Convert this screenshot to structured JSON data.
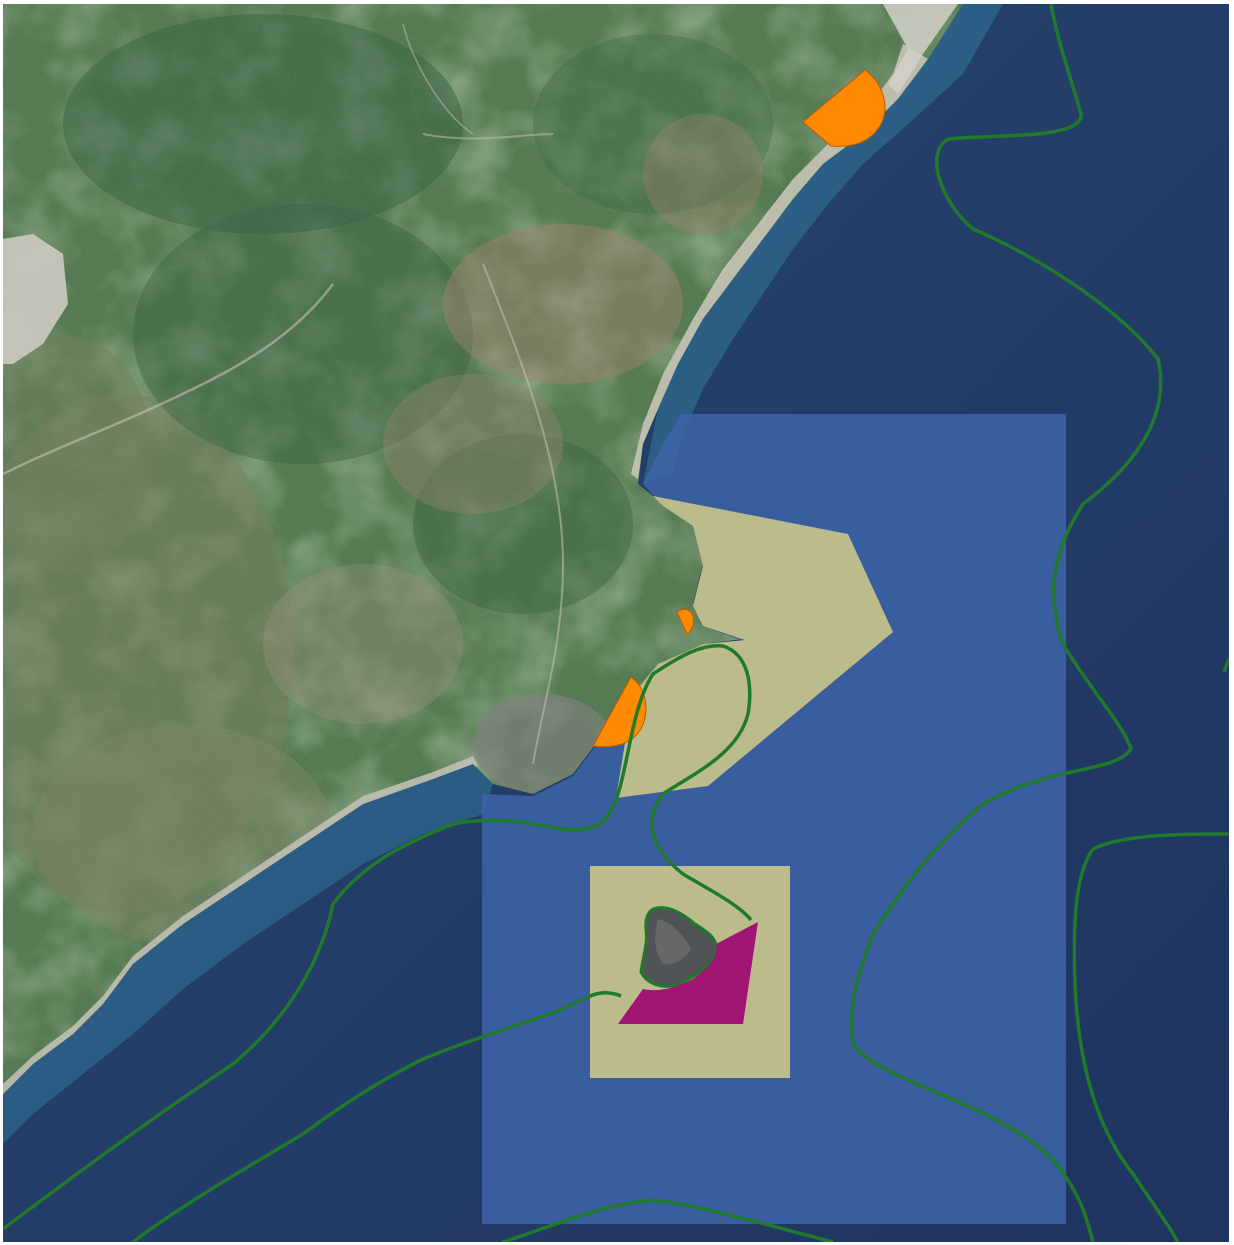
{
  "map": {
    "type": "aerial-imagery-overlay",
    "basemap": "satellite-coastline",
    "colors": {
      "sea_deep": "#22365f",
      "sea_shallow": "#2c5a80",
      "land_forest": "#3d6a45",
      "land_scrub": "#5f7a50",
      "beach": "#b9b6a8",
      "town": "#9c7e6a",
      "quarry": "#c9c6bd",
      "blue_zone": "#3d64a8",
      "khaki_zone": "#bfbd87",
      "orange_zone": "#ff8a00",
      "magenta_zone": "#a01572",
      "contour_line": "#1f7a2c"
    },
    "layers": {
      "blue_zone": {
        "fill": "#3d64a8",
        "opacity": 0.85
      },
      "khaki_zone": {
        "fill": "#c2c08a",
        "opacity": 0.95
      },
      "orange_zone": {
        "fill": "#ff8a00",
        "opacity": 1
      },
      "magenta_zone": {
        "fill": "#a01572",
        "opacity": 1
      },
      "contour_line": {
        "stroke": "#1f7a2c",
        "opacity": 1
      }
    }
  }
}
